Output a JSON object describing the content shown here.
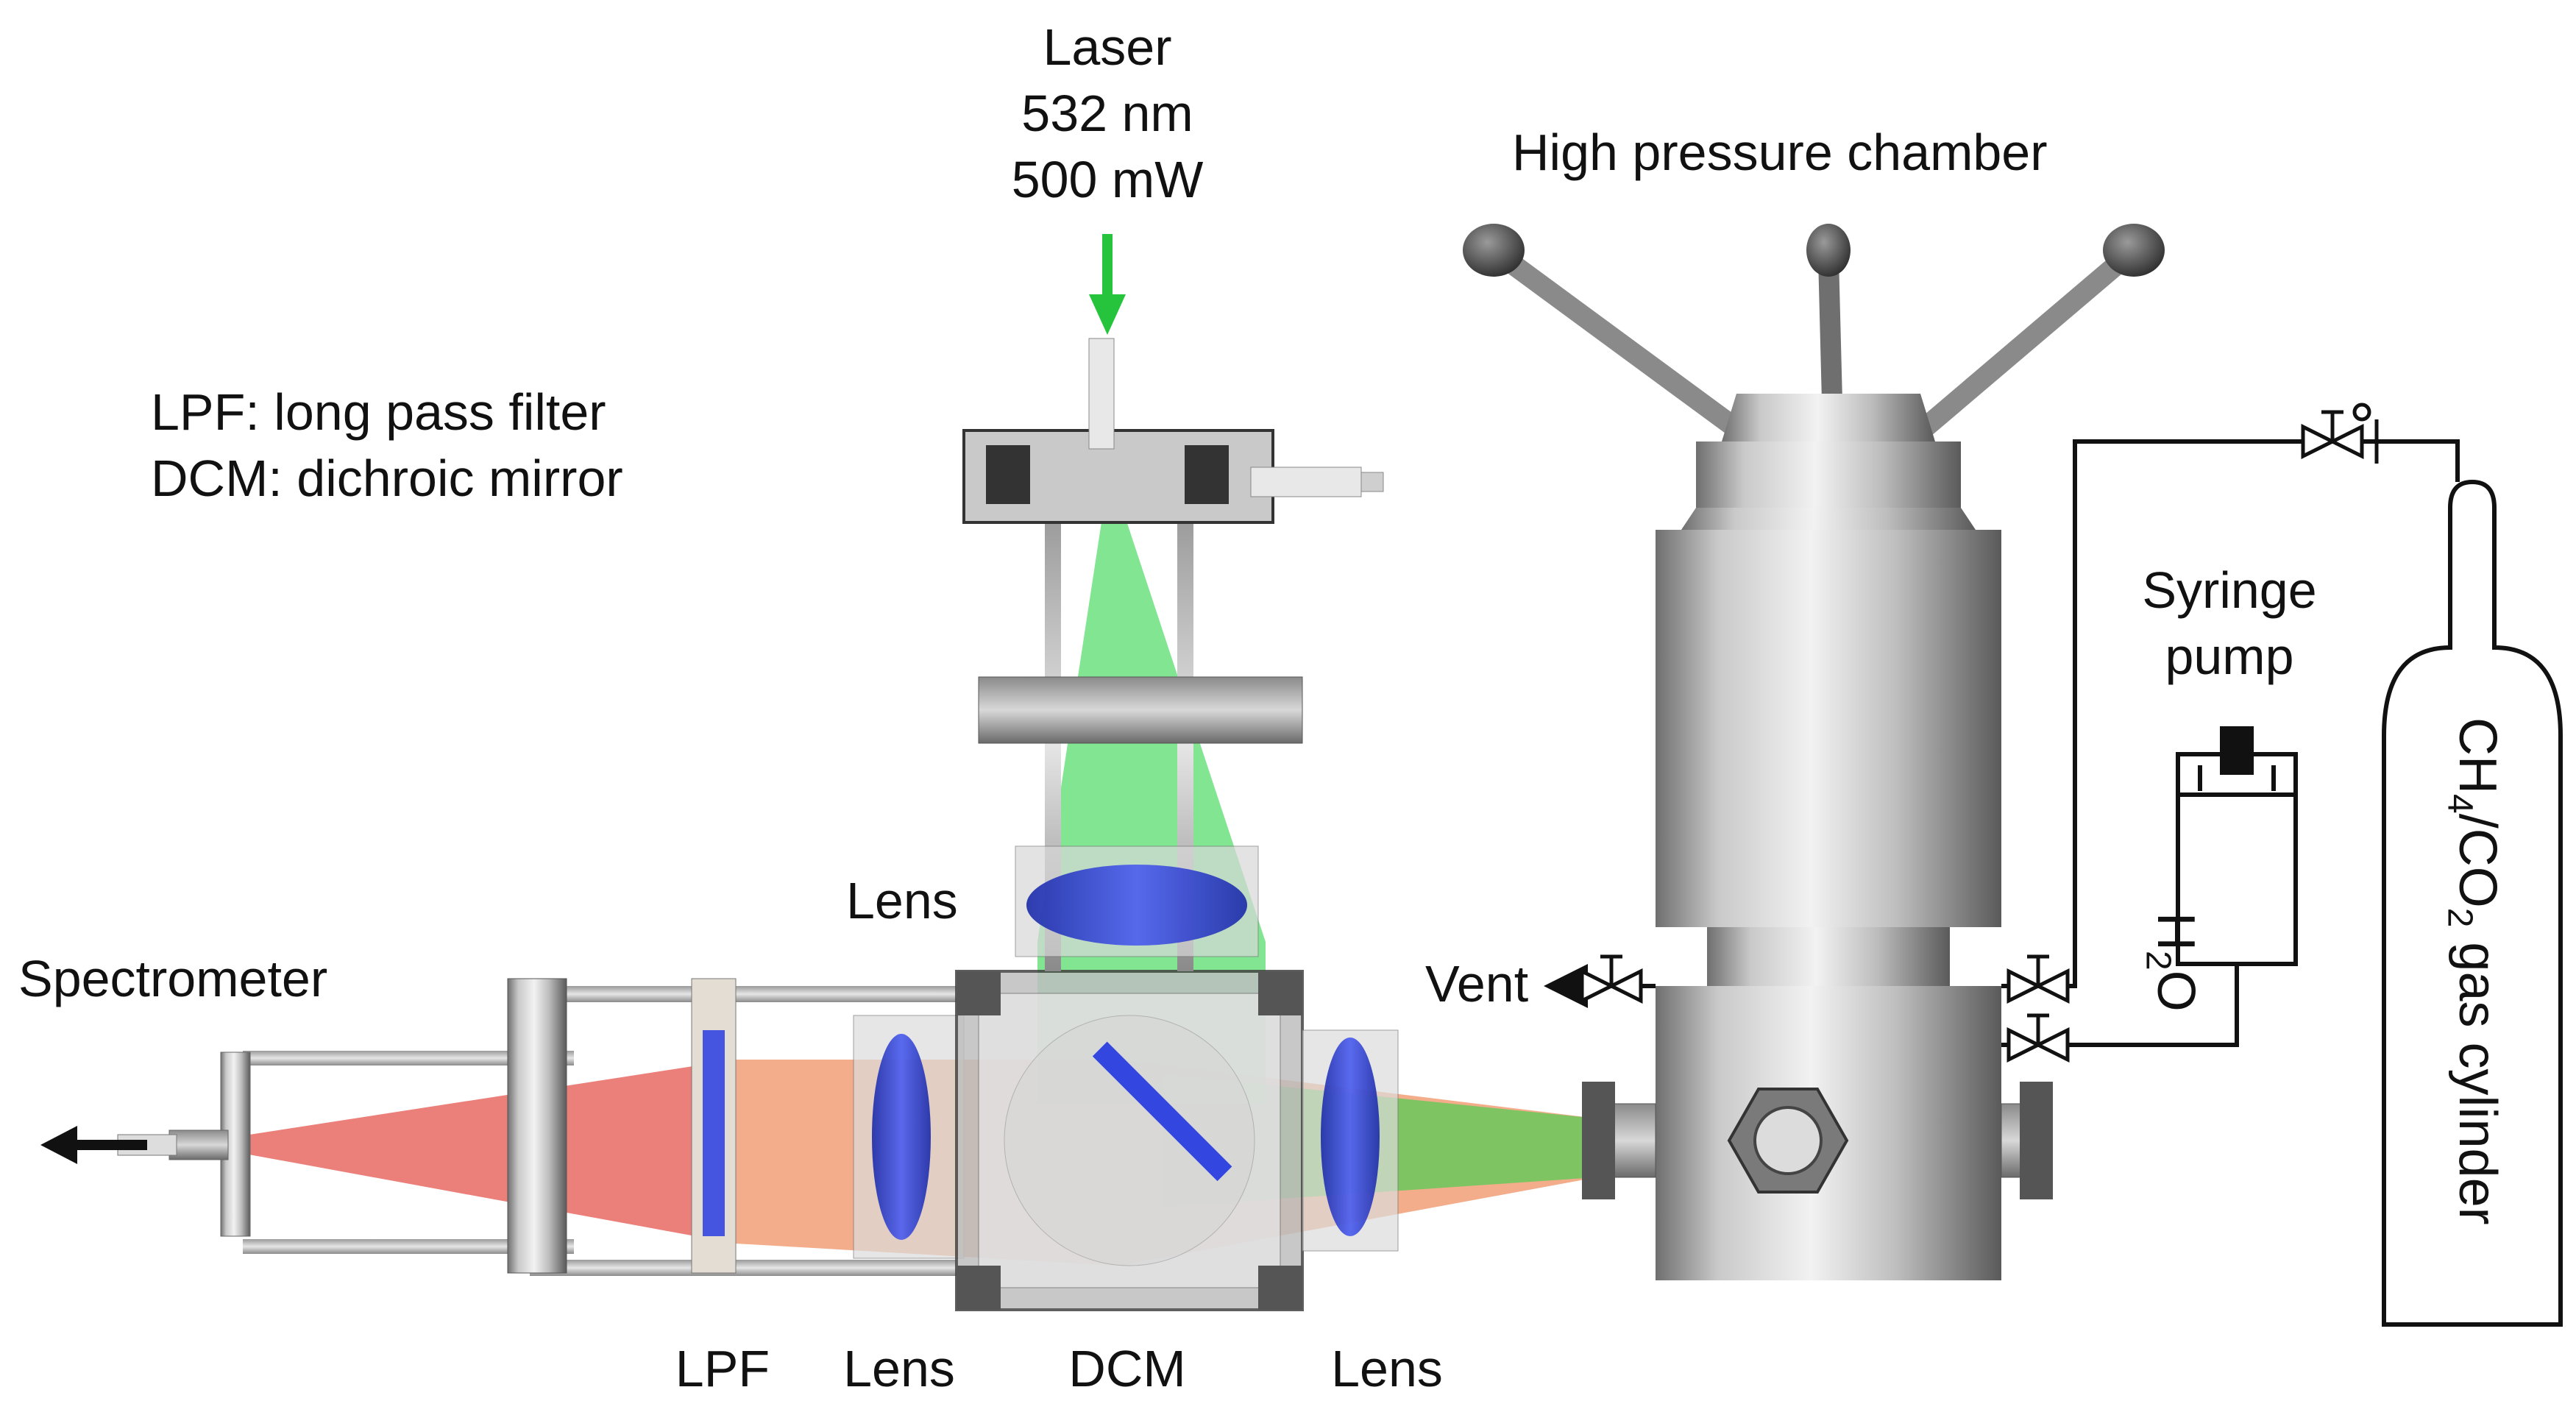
{
  "laser": {
    "name": "Laser",
    "wavelength": "532 nm",
    "power": "500 mW"
  },
  "legend": {
    "lpf": "LPF: long pass filter",
    "dcm": "DCM: dichroic mirror"
  },
  "labels": {
    "high_pressure_chamber": "High pressure chamber",
    "syringe_pump_line1": "Syringe",
    "syringe_pump_line2": "pump",
    "spectrometer": "Spectrometer",
    "vent": "Vent",
    "lens_top": "Lens",
    "lpf": "LPF",
    "lens_left": "Lens",
    "dcm": "DCM",
    "lens_right": "Lens",
    "water_main": "H",
    "water_sub": "2",
    "water_tail": "O",
    "cylinder_a": "CH",
    "cylinder_sub1": "4",
    "cylinder_b": "/CO",
    "cylinder_sub2": "2",
    "cylinder_c": " gas cylinder"
  },
  "colors": {
    "laser_beam": "#2fd34a",
    "scatter_beam": "#f08a5a",
    "red_beam": "#e4554e",
    "lens_blue": "#2b3fd8",
    "metal": "#a9a9a9",
    "line": "#111111"
  }
}
